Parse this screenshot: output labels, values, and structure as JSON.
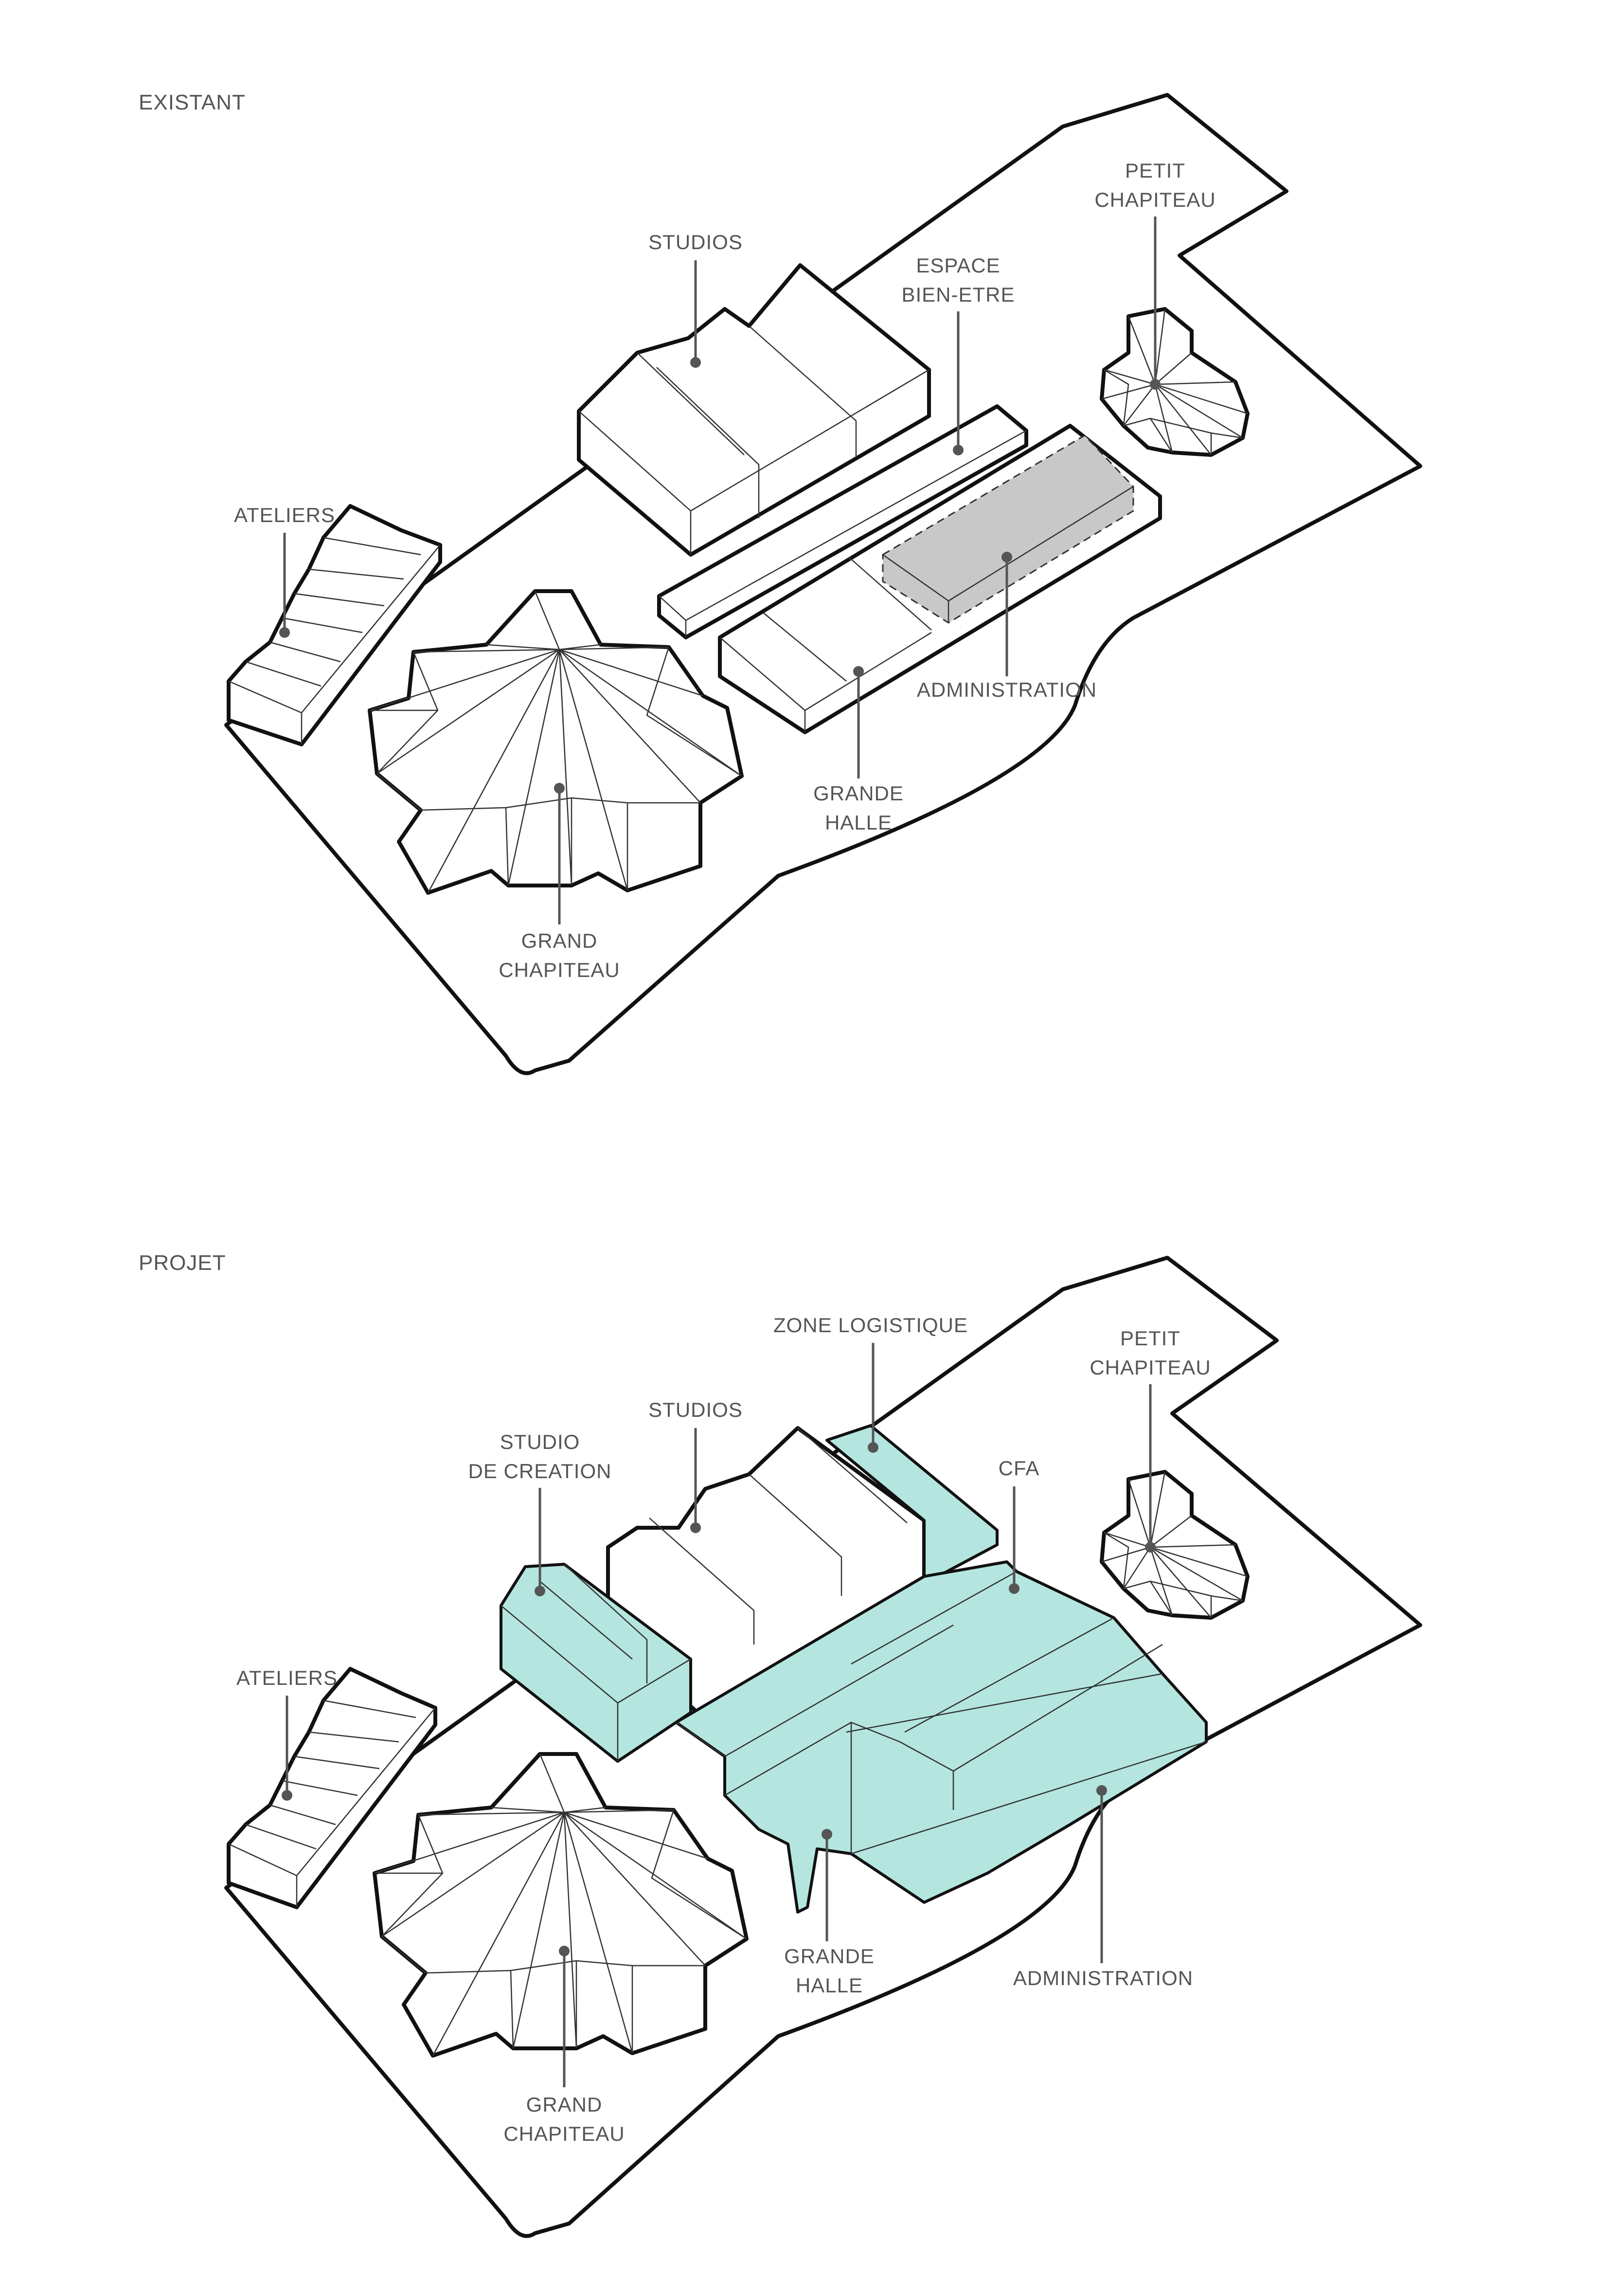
{
  "colors": {
    "new_program": "#b4e6df",
    "demolished": "#c8c8c8",
    "outline": "#111111",
    "label": "#555555"
  },
  "existant": {
    "title": "EXISTANT",
    "labels": {
      "studios": "STUDIOS",
      "espace_1": "ESPACE",
      "espace_2": "BIEN-ETRE",
      "petit_1": "PETIT",
      "petit_2": "CHAPITEAU",
      "ateliers": "ATELIERS",
      "administration": "ADMINISTRATION",
      "grande_1": "GRANDE",
      "grande_2": "HALLE",
      "grand_1": "GRAND",
      "grand_2": "CHAPITEAU"
    }
  },
  "projet": {
    "title": "PROJET",
    "labels": {
      "zone_logistique": "ZONE LOGISTIQUE",
      "petit_1": "PETIT",
      "petit_2": "CHAPITEAU",
      "studio_1": "STUDIO",
      "studio_2": "DE CREATION",
      "studios": "STUDIOS",
      "cfa": "CFA",
      "ateliers": "ATELIERS",
      "grande_1": "GRANDE",
      "grande_2": "HALLE",
      "administration": "ADMINISTRATION",
      "grand_1": "GRAND",
      "grand_2": "CHAPITEAU"
    }
  }
}
